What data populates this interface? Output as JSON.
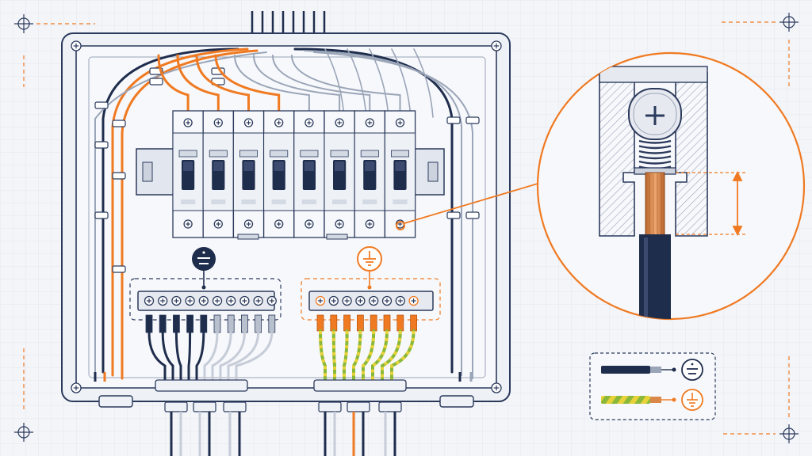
{
  "colors": {
    "background": "#f3f5f9",
    "grid": "#e3e8f0",
    "navy": "#1f2d4d",
    "outline": "#2b3a5c",
    "orange": "#f07a22",
    "light_wire": "#e6ebf3",
    "copper": "#d9884a",
    "earth_green": "#8ab83a",
    "earth_yellow": "#e8d23a",
    "gray": "#7c879c"
  },
  "icons": {
    "neutral_symbol": "neutral-icon",
    "earth_symbol": "ground-icon",
    "crosshair": "crosshair-icon",
    "screw": "phillips-screw-icon"
  },
  "breakers": {
    "count": 8,
    "state": "all-off"
  },
  "neutral_bar": {
    "terminals": 10
  },
  "earth_bar": {
    "terminals": 8
  },
  "detail_callout": {
    "subject": "terminal-screw-clamp",
    "shows_measurement": true
  },
  "legend": {
    "items": [
      {
        "wire": "neutral-wire",
        "symbol": "neutral-icon"
      },
      {
        "wire": "earth-wire",
        "symbol": "ground-icon"
      }
    ]
  }
}
